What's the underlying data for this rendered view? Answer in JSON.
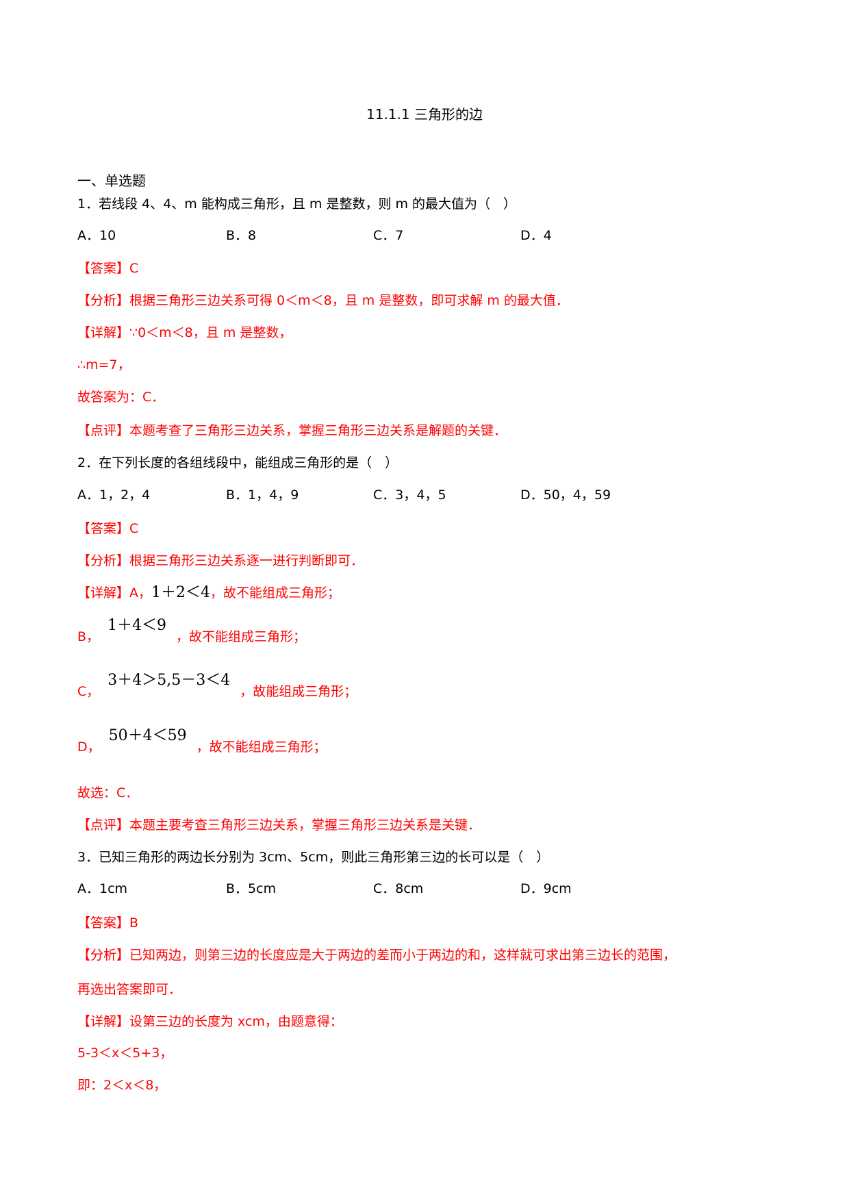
{
  "title": "11.1.1 三角形的边",
  "section": "一、单选题",
  "q1": {
    "stem": "1．若线段 4、4、m 能构成三角形，且 m 是整数，则 m 的最大值为（　）",
    "options": [
      "A．10",
      "B．8",
      "C．7",
      "D．4"
    ],
    "answer": "【答案】C",
    "analysis": "【分析】根据三角形三边关系可得 0＜m＜8，且 m 是整数，即可求解 m 的最大值．",
    "detail": "【详解】∵0＜m＜8，且 m 是整数，",
    "step1": "∴m=7，",
    "conclusion": "故答案为：C．",
    "comment": "【点评】本题考查了三角形三边关系，掌握三角形三边关系是解题的关键．"
  },
  "q2": {
    "stem": "2．在下列长度的各组线段中，能组成三角形的是（　）",
    "options": [
      "A．1，2，4",
      "B．1，4，9",
      "C．3，4，5",
      "D．50，4，59"
    ],
    "answer": "【答案】C",
    "analysis": "【分析】根据三角形三边关系逐一进行判断即可．",
    "detail_prefix": "【详解】A，",
    "detail_math": "1＋2＜4",
    "detail_suffix": "，故不能组成三角形；",
    "b_prefix": "B，",
    "b_math": "1＋4＜9",
    "b_suffix": "，故不能组成三角形；",
    "c_prefix": "C，",
    "c_math": "3＋4＞5,5－3＜4",
    "c_suffix": "，故能组成三角形；",
    "d_prefix": "D，",
    "d_math": "50＋4＜59",
    "d_suffix": "，故不能组成三角形；",
    "conclusion": "故选：C．",
    "comment": "【点评】本题主要考查三角形三边关系，掌握三角形三边关系是关键．"
  },
  "q3": {
    "stem": "3．已知三角形的两边长分别为 3cm、5cm，则此三角形第三边的长可以是（　）",
    "options": [
      "A．1cm",
      "B．5cm",
      "C．8cm",
      "D．9cm"
    ],
    "answer": "【答案】B",
    "analysis_1": "【分析】已知两边，则第三边的长度应是大于两边的差而小于两边的和，这样就可求出第三边长的范围，",
    "analysis_2": "再选出答案即可．",
    "detail": "【详解】设第三边的长度为 xcm，由题意得：",
    "step1": "5-3＜x＜5+3，",
    "step2": "即：2＜x＜8，"
  }
}
